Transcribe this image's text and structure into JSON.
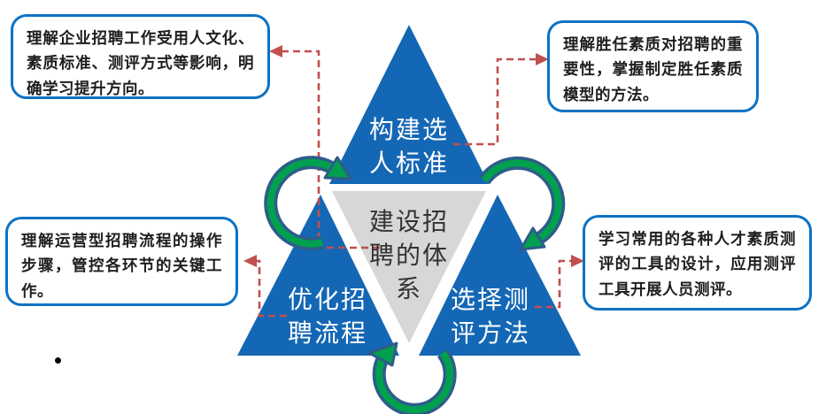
{
  "diagram_title": "建设招聘的体系",
  "triangle": {
    "top": {
      "label": "构建选人标准",
      "lines": [
        "构建选",
        "人标准"
      ]
    },
    "center": {
      "label": "建设招聘的体系",
      "lines": [
        "建设招",
        "聘的体",
        "系"
      ]
    },
    "bottom_left": {
      "label": "优化招聘流程",
      "lines": [
        "优化招",
        "聘流程"
      ]
    },
    "bottom_right": {
      "label": "选择测评方法",
      "lines": [
        "选择测",
        "评方法"
      ]
    }
  },
  "callouts": {
    "top_left": {
      "text": "理解企业招聘工作受用人文化、素质标准、测评方式等影响，明确学习提升方向。"
    },
    "top_right": {
      "text": "理解胜任素质对招聘的重要性，掌握制定胜任素质模型的方法。"
    },
    "mid_left": {
      "text": "理解运营型招聘流程的操作步骤，管控各环节的关键工作。"
    },
    "mid_right": {
      "text": "学习常用的各种人才素质测评的工具的设计，应用测评工具开展人员测评。"
    }
  },
  "bullet": "•",
  "colors": {
    "pyramid_blue": "#1467b4",
    "pyramid_gray": "#d7d7d7",
    "arrow_green": "#00a14e",
    "arrow_outline_navy": "#2e5c8a",
    "connector_red": "#c0504d",
    "callout_border_blue": "#0d72c4",
    "callout_text": "#1e1e1e"
  }
}
